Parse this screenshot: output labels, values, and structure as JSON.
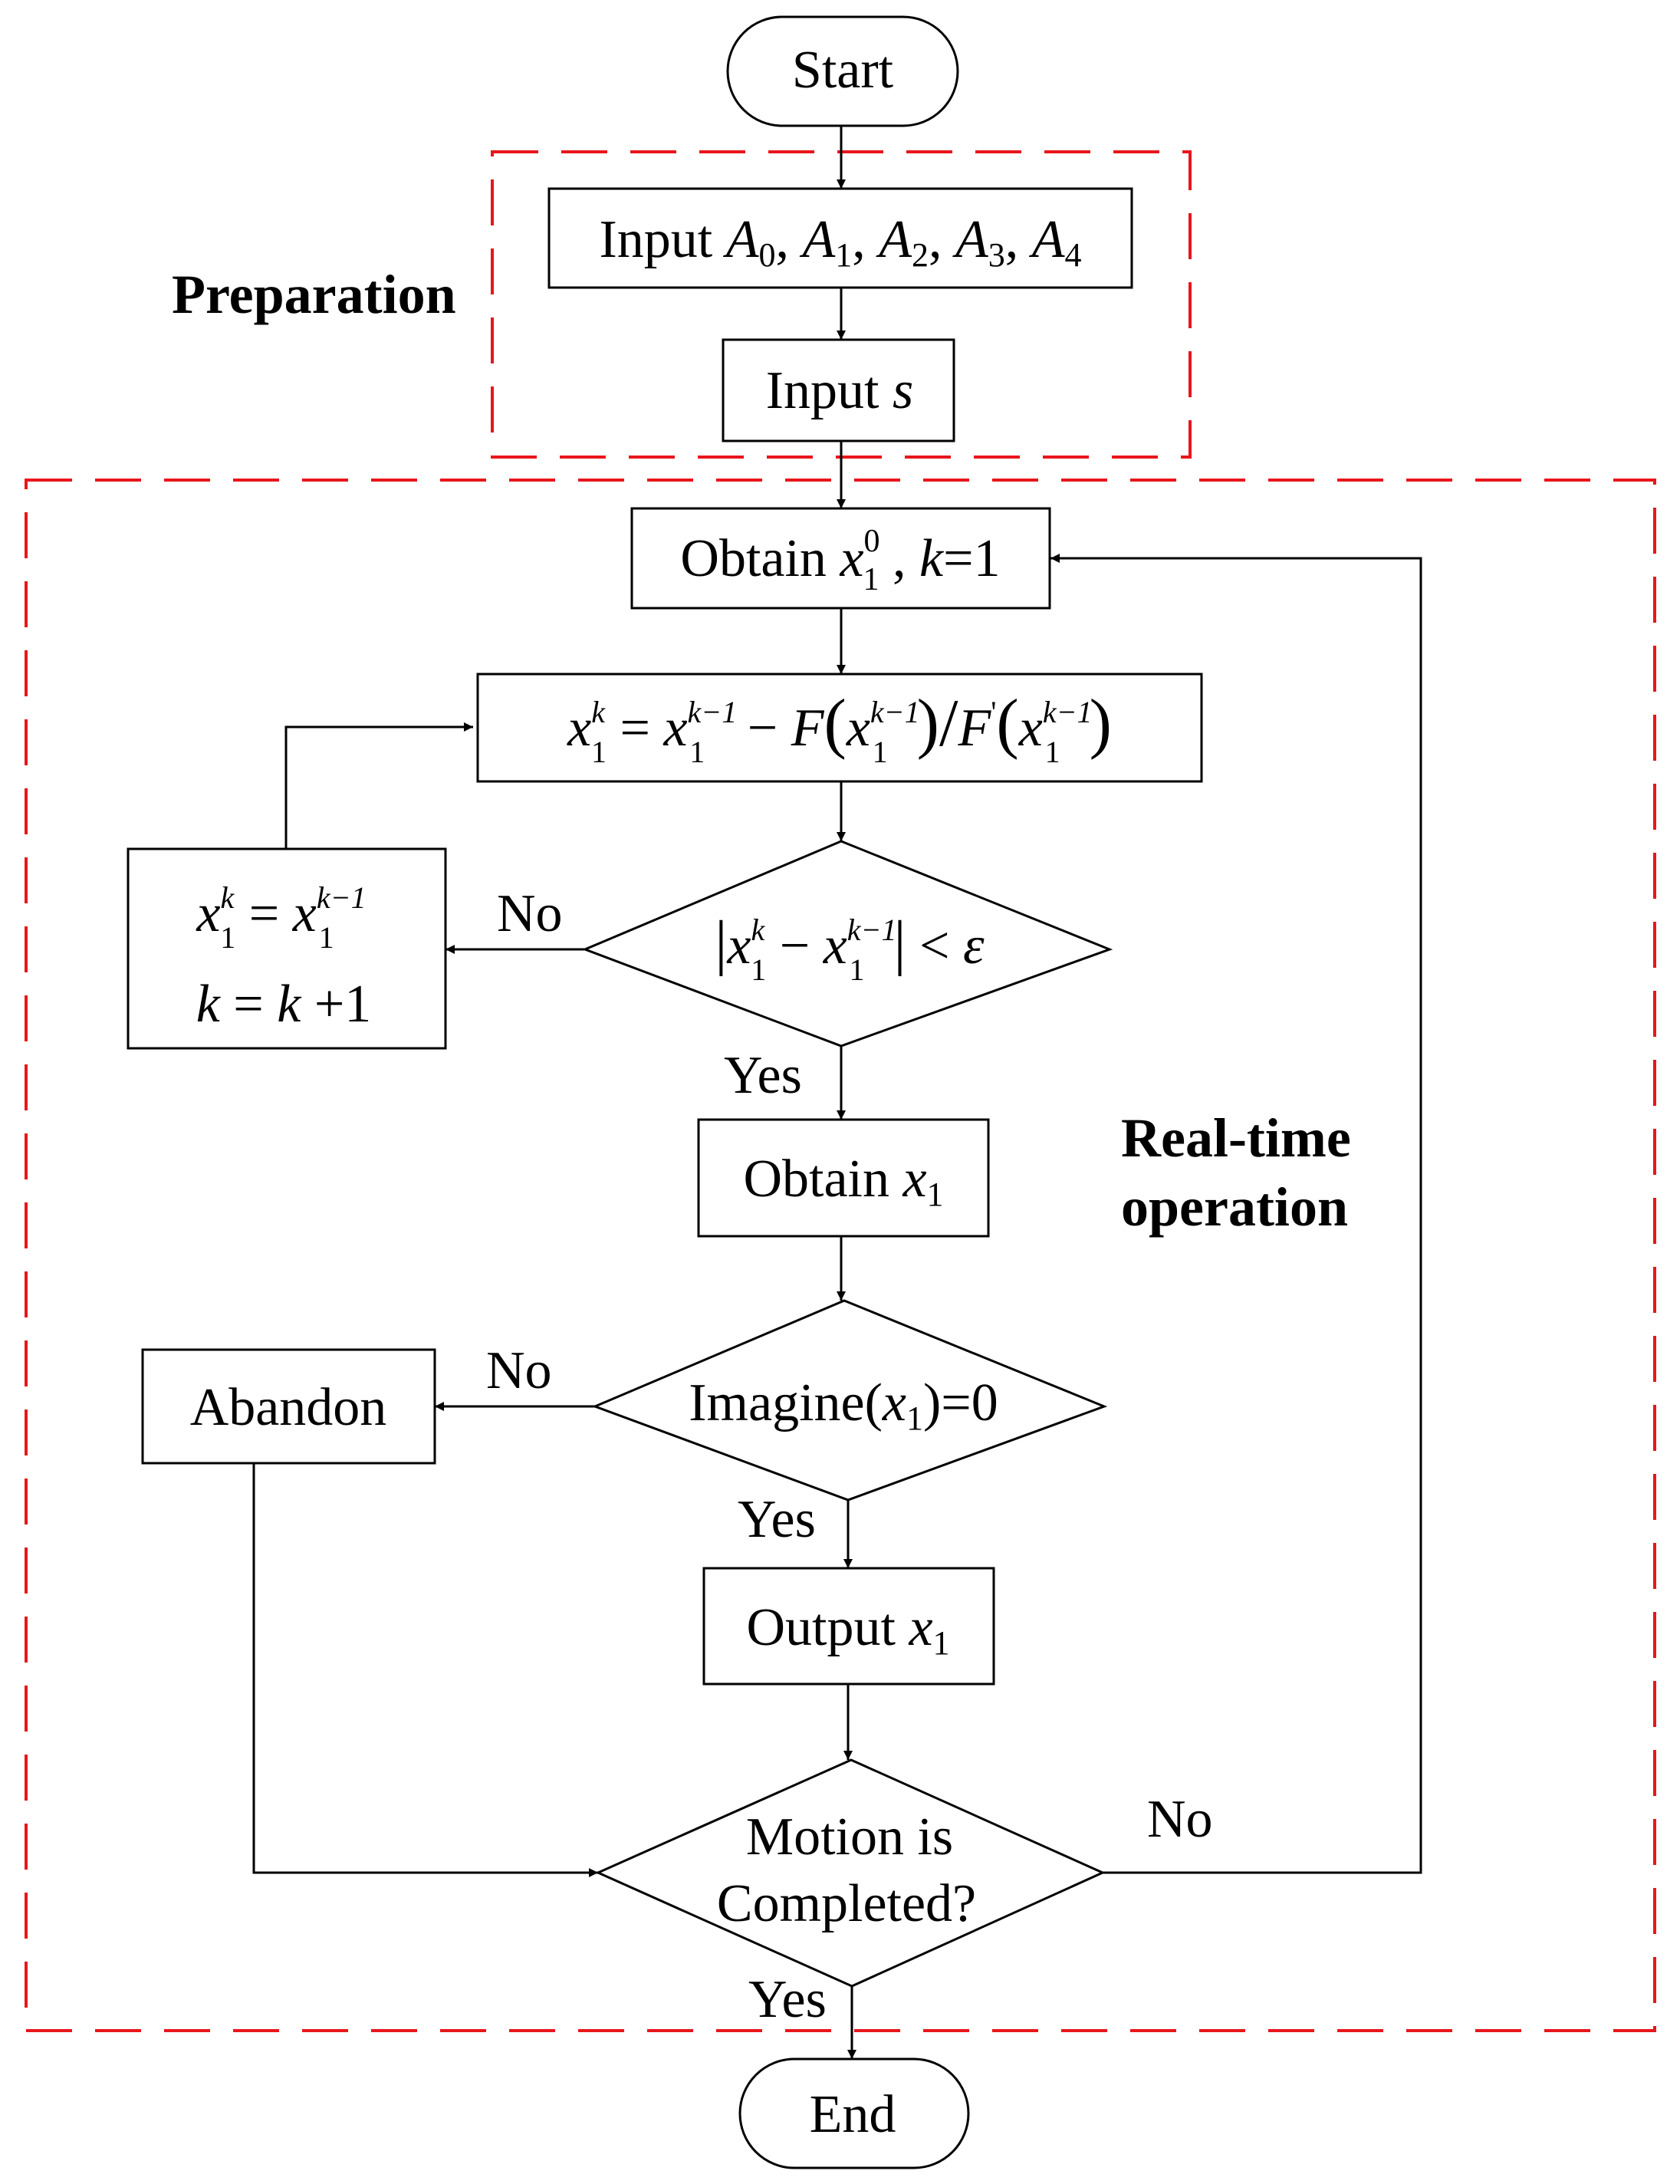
{
  "colors": {
    "region": "#e8161b",
    "line": "#000000",
    "background": "#ffffff"
  },
  "regions": {
    "preparation": "Preparation",
    "realtime_line1": "Real-time",
    "realtime_line2": "operation"
  },
  "nodes": {
    "start": "Start",
    "input_a": {
      "prefix": "Input ",
      "letter": "A",
      "subscripts": [
        "0",
        "1",
        "2",
        "3",
        "4"
      ],
      "separator": ", "
    },
    "input_s": {
      "prefix": "Input ",
      "var": "s"
    },
    "obtain_x10": {
      "prefix": "Obtain ",
      "var": "x",
      "sub": "1",
      "sup": "0",
      "mid": " , ",
      "k": "k",
      "eq": "=1"
    },
    "newton_update": {
      "x": "x",
      "sub": "1",
      "k": "k",
      "km1": "k−1",
      "eq": " = ",
      "minus": " − ",
      "F": "F",
      "Fprime": "F",
      "prime": "'",
      "lparen": "(",
      "rparen": ")",
      "slash": "/"
    },
    "convergence_check": {
      "x": "x",
      "sub": "1",
      "k": "k",
      "km1": "k−1",
      "minus": " − ",
      "bar": "|",
      "lt": " < ",
      "epsilon": "ε"
    },
    "update_box": {
      "line1": {
        "x": "x",
        "sub": "1",
        "k": "k",
        "km1": "k−1",
        "eq": " = "
      },
      "line2": {
        "k": "k",
        "eq": " = ",
        "k2": "k",
        "plus": " +1"
      }
    },
    "obtain_x1": {
      "prefix": "Obtain ",
      "var": "x",
      "sub": "1"
    },
    "imag_check": {
      "prefix": "Imagine(",
      "var": "x",
      "sub": "1",
      "suffix": ")=0"
    },
    "abandon": "Abandon",
    "output_x1": {
      "prefix": "Output ",
      "var": "x",
      "sub": "1"
    },
    "motion_check": {
      "line1": "Motion is",
      "line2": "Completed?"
    },
    "end": "End"
  },
  "edge_labels": {
    "conv_no": "No",
    "conv_yes": "Yes",
    "imag_no": "No",
    "imag_yes": "Yes",
    "motion_no": "No",
    "motion_yes": "Yes"
  }
}
